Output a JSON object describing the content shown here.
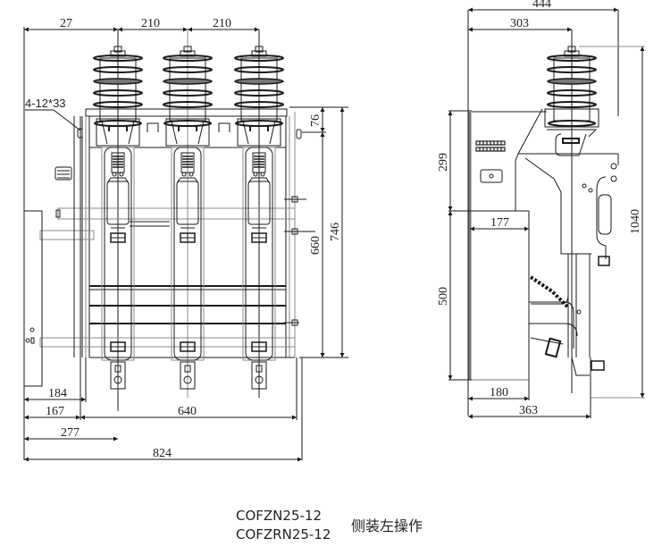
{
  "drawing": {
    "front_view": {
      "top_dimensions": [
        "27",
        "210",
        "210"
      ],
      "hole_spec": "4-12*33",
      "right_dimensions": [
        "76",
        "660",
        "746"
      ],
      "bottom_dimensions": [
        "184",
        "167",
        "640",
        "277",
        "824"
      ]
    },
    "side_view": {
      "top_dimensions": [
        "444",
        "303"
      ],
      "left_dimensions": [
        "299",
        "500"
      ],
      "right_dimensions": [
        "1040"
      ],
      "inner_dimensions": [
        "177"
      ],
      "bottom_dimensions": [
        "180",
        "363"
      ]
    }
  },
  "caption": {
    "models": [
      "COFZN25-12",
      "COFZRN25-12"
    ],
    "description": "侧装左操作"
  },
  "colors": {
    "line": "#1a1a1a",
    "gray_line": "#8a8a8a",
    "background": "#ffffff"
  }
}
